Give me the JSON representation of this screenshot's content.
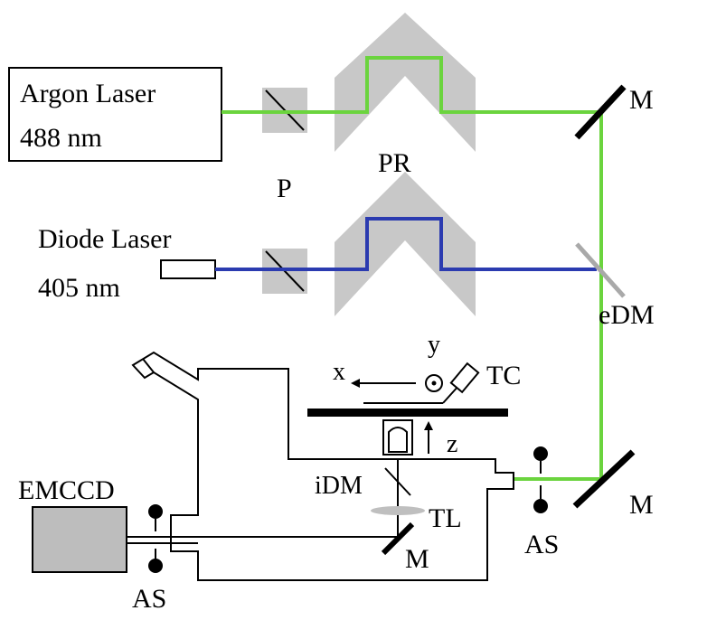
{
  "labels": {
    "argon_line1": "Argon Laser",
    "argon_line2": "488 nm",
    "diode_line1": "Diode Laser",
    "diode_line2": "405 nm",
    "polarizer": "P",
    "prism": "PR",
    "mirror_top": "M",
    "edm": "eDM",
    "mirror_bottom_right": "M",
    "mirror_inner": "M",
    "idm": "iDM",
    "tube_lens": "TL",
    "as_right": "AS",
    "as_left": "AS",
    "emccd": "EMCCD",
    "tc": "TC",
    "axis_x": "x",
    "axis_y": "y",
    "axis_z": "z"
  },
  "colors": {
    "green_beam": "#6bd43e",
    "blue_beam": "#2b3bb0",
    "prism_gray": "#c8c8c8",
    "edm_gray": "#a9a9a9",
    "camera_gray": "#bdbdbd",
    "lens_gray": "#bfbfbf"
  }
}
